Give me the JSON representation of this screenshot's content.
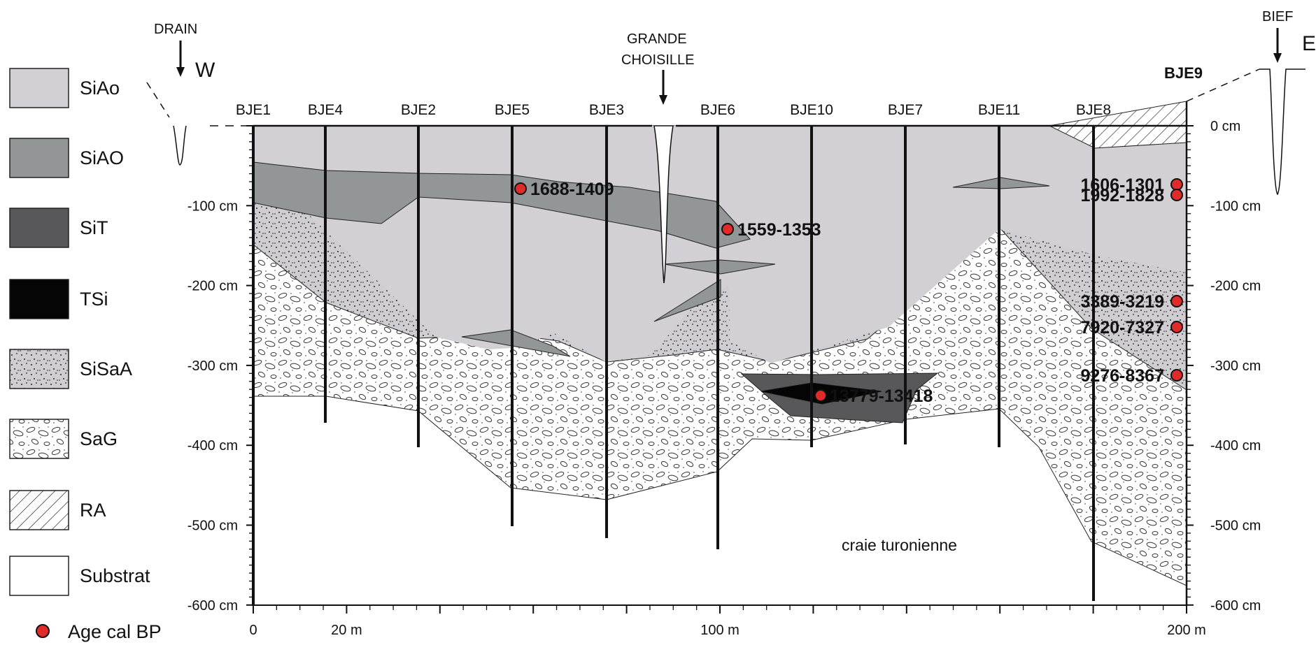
{
  "legend": {
    "items": [
      {
        "code": "SiAo",
        "color": "#d2d0d5"
      },
      {
        "code": "SiAO",
        "color": "#939696"
      },
      {
        "code": "SiT",
        "color": "#58585b"
      },
      {
        "code": "TSi",
        "color": "#050505"
      },
      {
        "code": "SiSaA",
        "color": "#cfcdd2"
      },
      {
        "code": "SaG",
        "color": "#ffffff"
      },
      {
        "code": "RA",
        "color": "#ffffff"
      },
      {
        "code": "Substrat",
        "color": "#ffffff"
      }
    ],
    "age_marker": "Age cal BP",
    "age_marker_color": "#e02b2b"
  },
  "top": {
    "drain": "DRAIN",
    "west": "W",
    "east": "E",
    "bief": "BIEF",
    "grande_line1": "GRANDE",
    "grande_line2": "CHOISILLE",
    "bje9": "BJE9"
  },
  "cores": [
    "BJE1",
    "BJE4",
    "BJE2",
    "BJE5",
    "BJE3",
    "BJE6",
    "BJE10",
    "BJE7",
    "BJE11",
    "BJE8"
  ],
  "depth_axis": {
    "labels": [
      "0 cm",
      "-100 cm",
      "-200 cm",
      "-300 cm",
      "-400 cm",
      "-500 cm",
      "-600 cm"
    ],
    "right_labels": [
      "0 cm",
      "-100 cm",
      "-200 cm",
      "-300 cm",
      "-400 cm",
      "-500 cm",
      "-600 cm"
    ]
  },
  "distance_axis": {
    "labels": [
      "0",
      "20 m",
      "100 m",
      "200 m"
    ]
  },
  "ages": [
    {
      "label": "1688-1409"
    },
    {
      "label": "1559-1353"
    },
    {
      "label": "13779-13418"
    },
    {
      "label": "1606-1301"
    },
    {
      "label": "1992-1828"
    },
    {
      "label": "3389-3219"
    },
    {
      "label": "7920-7327"
    },
    {
      "label": "9276-8367"
    }
  ],
  "substrate_label": "craie turonienne"
}
